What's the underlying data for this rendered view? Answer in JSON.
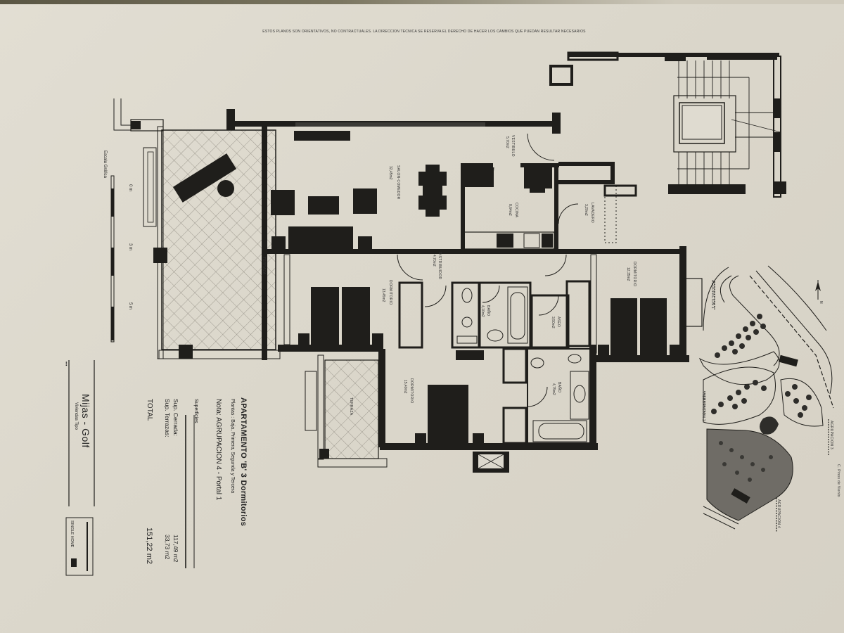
{
  "document": {
    "orientation": "rotated 90° clockwise",
    "header_note": "ESTOS PLANOS SON ORIENTATIVOS, NO CONTRACTUALES. LA DIRECCION TECNICA SE RESERVA EL DERECHO DE HACER LOS CAMBIOS QUE PUEDAN RESULTAR NECESARIOS",
    "colors": {
      "paper": "#dcd8cd",
      "ink": "#1f1e1b",
      "hatch": "#8e8a80"
    }
  },
  "rooms": [
    {
      "id": "terraza-1",
      "label": "TERRAZA",
      "area": ""
    },
    {
      "id": "salon-comedor",
      "label": "SALON-COMEDOR",
      "area": "32,45m2"
    },
    {
      "id": "vestibulo",
      "label": "VESTIBULO",
      "area": "5,70m2"
    },
    {
      "id": "cocina",
      "label": "COCINA",
      "area": "8,64m2"
    },
    {
      "id": "lavadero",
      "label": "LAVADERO",
      "area": "3,20m2"
    },
    {
      "id": "distribuidor",
      "label": "DISTRIBUIDOR",
      "area": "4,70m2"
    },
    {
      "id": "dormitorio-1",
      "label": "DORMITORIO",
      "area": "13,45m2"
    },
    {
      "id": "bano-1",
      "label": "BAÑO",
      "area": "4,10m2"
    },
    {
      "id": "aseo",
      "label": "ASEO",
      "area": "3,50m2"
    },
    {
      "id": "dormitorio-2",
      "label": "DORMITORIO",
      "area": "12,35m2"
    },
    {
      "id": "dormitorio-3",
      "label": "DORMITORIO",
      "area": "15,40m2"
    },
    {
      "id": "bano-2",
      "label": "BAÑO",
      "area": "4,75m2"
    },
    {
      "id": "terraza-2",
      "label": "TERRAZA",
      "area": ""
    }
  ],
  "scale_bar": {
    "title": "Escala Gráfica",
    "ticks": [
      "0 m",
      "3 m",
      "5 m"
    ]
  },
  "title_block": {
    "title": "APARTAMENTO 'B' 3 Dormitorios",
    "floors": "Plantas : Baja, Primera, Segunda y Tercera",
    "note": "Nota: AGRUPACION 4 - Portal 1",
    "surfaces_heading": "Superficies",
    "rows": [
      {
        "label": "Sup. Cerrada:",
        "value": "117,49 m2"
      },
      {
        "label": "Sup. Terrazas:",
        "value": "33,73 m2"
      }
    ],
    "total_label": "TOTAL",
    "total_value": "151,22 m2"
  },
  "brand": {
    "name": "Mijas - Golf",
    "subtitle": "Viviendas Tipo",
    "dots": "•••",
    "logo_text": "SINGLE HOME"
  },
  "site_plan": {
    "labels": [
      "AGRUPACION 1",
      "AGRUPACION 2",
      "AGRUPACION 3",
      "AGRUPACION 4",
      "AGRUPACION 5"
    ],
    "road_label": "C. Pinos de Viento",
    "north_arrow": "N"
  }
}
